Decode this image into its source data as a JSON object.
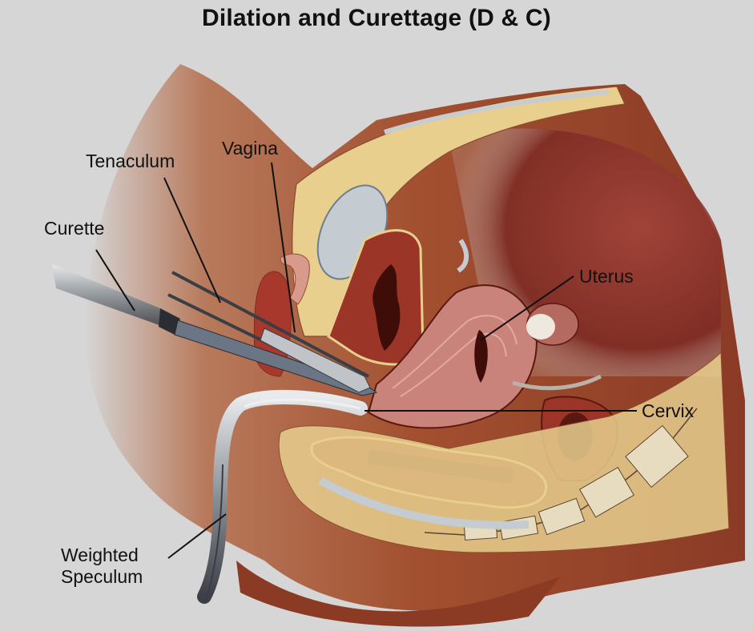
{
  "title": "Dilation and Curettage (D & C)",
  "labels": {
    "tenaculum": "Tenaculum",
    "vagina": "Vagina",
    "curette": "Curette",
    "uterus": "Uterus",
    "cervix": "Cervix",
    "weighted_speculum_line1": "Weighted",
    "weighted_speculum_line2": "Speculum"
  },
  "colors": {
    "background": "#d6d6d6",
    "skin": "#a8583a",
    "skin_dark": "#7e3222",
    "fat": "#e8cf8e",
    "bladder": "#c4ccd2",
    "muscle": "#9b3528",
    "uterus_wall": "#c9837a",
    "cavity": "#5a1810",
    "steel": "#9ea3a8",
    "bone": "#e7dcc0"
  }
}
